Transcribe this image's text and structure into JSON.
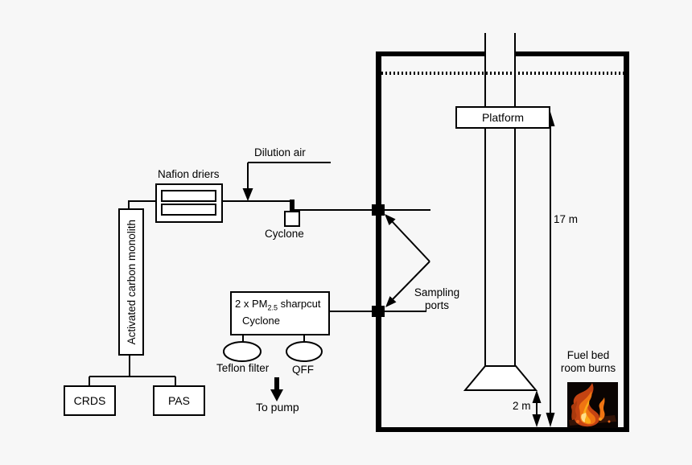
{
  "colors": {
    "background": "#f7f7f7",
    "line": "#000000",
    "box_fill": "#ffffff",
    "fire_background": "#0a0402",
    "flame_deep": "#c44312",
    "flame_mid": "#ef7412",
    "flame_bright": "#fbab18",
    "flame_core": "#ffe08a",
    "flame_wisp": "#aa3a0e",
    "log": "#331306",
    "ember": "#e8661c",
    "ember_bright": "#f79b1c"
  },
  "left_train": {
    "dilution_air_label": "Dilution air",
    "nafion_driers_label": "Nafion driers",
    "cyclone_label": "Cyclone",
    "monolith_label": "Activated carbon monolith",
    "crds_label": "CRDS",
    "pas_label": "PAS"
  },
  "filter_train": {
    "pm_line1_prefix": "2 x PM",
    "pm_line1_sub": "2.5",
    "pm_line1_suffix": " sharpcut",
    "pm_line2": "Cyclone",
    "teflon_label": "Teflon filter",
    "qff_label": "QFF",
    "to_pump_label": "To pump"
  },
  "chamber": {
    "platform_label": "Platform",
    "sampling_ports_line1": "Sampling",
    "sampling_ports_line2": "ports",
    "stack_height_label": "17 m",
    "hood_height_label": "2 m",
    "fuel_bed_line1": "Fuel bed",
    "fuel_bed_line2": "room burns"
  }
}
